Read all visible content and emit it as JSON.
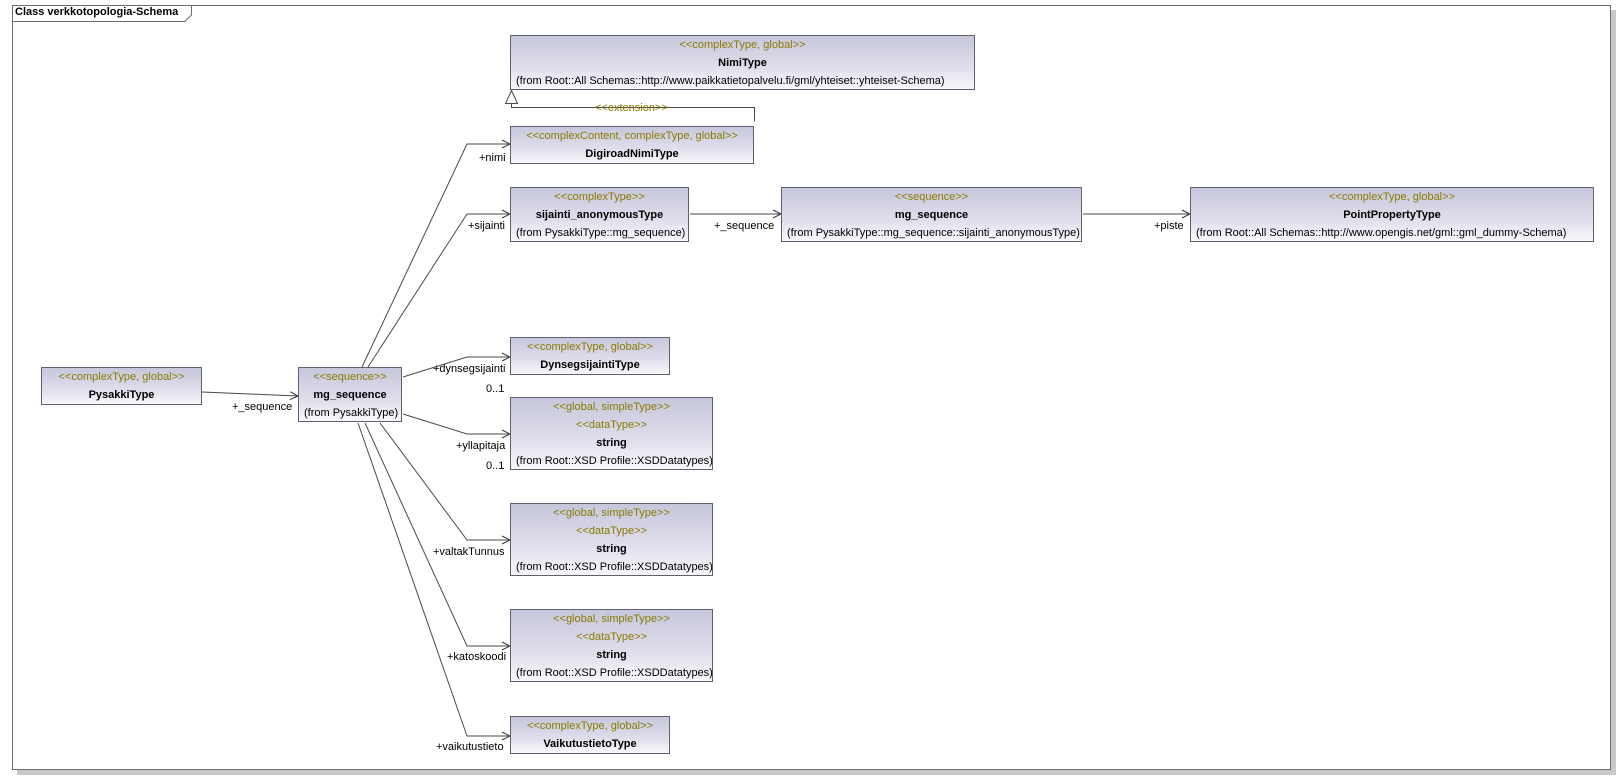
{
  "frame": {
    "title": "Class verkkotopologia-Schema"
  },
  "classes": {
    "nimi_type": {
      "stereotype": "<<complexType, global>>",
      "name": "NimiType",
      "from": "(from Root::All Schemas::http://www.paikkatietopalvelu.fi/gml/yhteiset::yhteiset-Schema)"
    },
    "digiroad_nimi_type": {
      "stereotype": "<<complexContent, complexType, global>>",
      "name": "DigiroadNimiType"
    },
    "sijainti_type": {
      "stereotype": "<<complexType>>",
      "name": "sijainti_anonymousType",
      "from": "(from PysakkiType::mg_sequence)"
    },
    "mg_sequence_sijainti": {
      "stereotype": "<<sequence>>",
      "name": "mg_sequence",
      "from": "(from PysakkiType::mg_sequence::sijainti_anonymousType)"
    },
    "point_property_type": {
      "stereotype": "<<complexType, global>>",
      "name": "PointPropertyType",
      "from": "(from Root::All Schemas::http://www.opengis.net/gml::gml_dummy-Schema)"
    },
    "pysakki_type": {
      "stereotype": "<<complexType, global>>",
      "name": "PysakkiType"
    },
    "mg_sequence_main": {
      "stereotype": "<<sequence>>",
      "name": "mg_sequence",
      "from": "(from PysakkiType)"
    },
    "dynseg_type": {
      "stereotype": "<<complexType, global>>",
      "name": "DynsegsijaintiType"
    },
    "string_yllapitaja": {
      "stereotype": "<<global, simpleType>>",
      "stereotype2": "<<dataType>>",
      "name": "string",
      "from": "(from Root::XSD Profile::XSDDatatypes)"
    },
    "string_valtak": {
      "stereotype": "<<global, simpleType>>",
      "stereotype2": "<<dataType>>",
      "name": "string",
      "from": "(from Root::XSD Profile::XSDDatatypes)"
    },
    "string_katos": {
      "stereotype": "<<global, simpleType>>",
      "stereotype2": "<<dataType>>",
      "name": "string",
      "from": "(from Root::XSD Profile::XSDDatatypes)"
    },
    "vaikutustieto_type": {
      "stereotype": "<<complexType, global>>",
      "name": "VaikutustietoType"
    }
  },
  "associations": {
    "extension": "<<extension>>",
    "pysakki_sequence": "+_sequence",
    "nimi": "+nimi",
    "sijainti": "+sijainti",
    "sijainti_sequence": "+_sequence",
    "piste": "+piste",
    "dynsegsijainti": "+dynsegsijainti",
    "dynsegsijainti_mult": "0..1",
    "yllapitaja": "+yllapitaja",
    "yllapitaja_mult": "0..1",
    "valtak_tunnus": "+valtakTunnus",
    "katoskoodi": "+katoskoodi",
    "vaikutustieto": "+vaikutustieto"
  }
}
